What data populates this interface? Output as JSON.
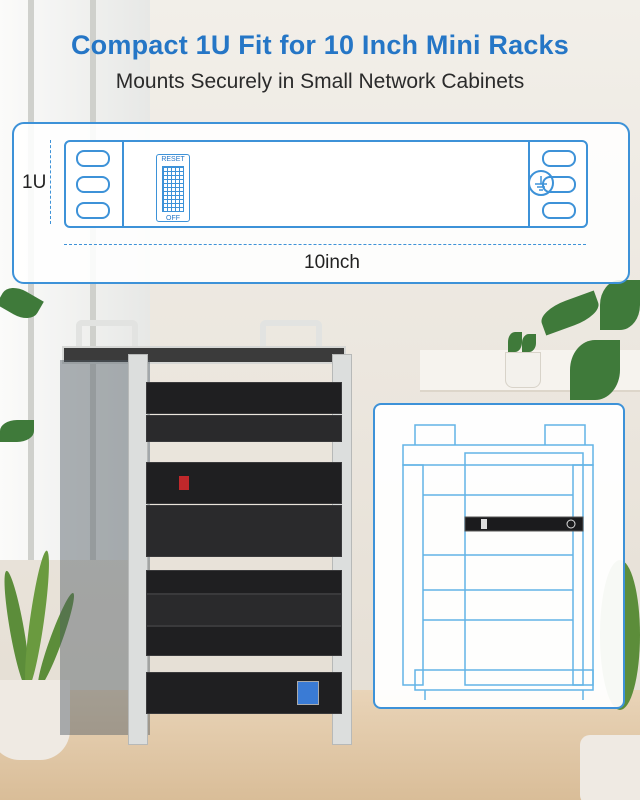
{
  "header": {
    "headline": "Compact 1U Fit for 10 Inch Mini Racks",
    "subhead": "Mounts Securely in Small Network Cabinets"
  },
  "diagram": {
    "height_label": "1U",
    "width_label": "10inch",
    "switch_top_label": "RESET",
    "switch_bottom_label": "OFF"
  },
  "colors": {
    "accent_blue": "#2576c6",
    "line_blue": "#3d92d8",
    "text_dark": "#2b2b2b"
  },
  "icons": {
    "ground": "ground-symbol-icon",
    "switch": "power-switch-icon"
  }
}
